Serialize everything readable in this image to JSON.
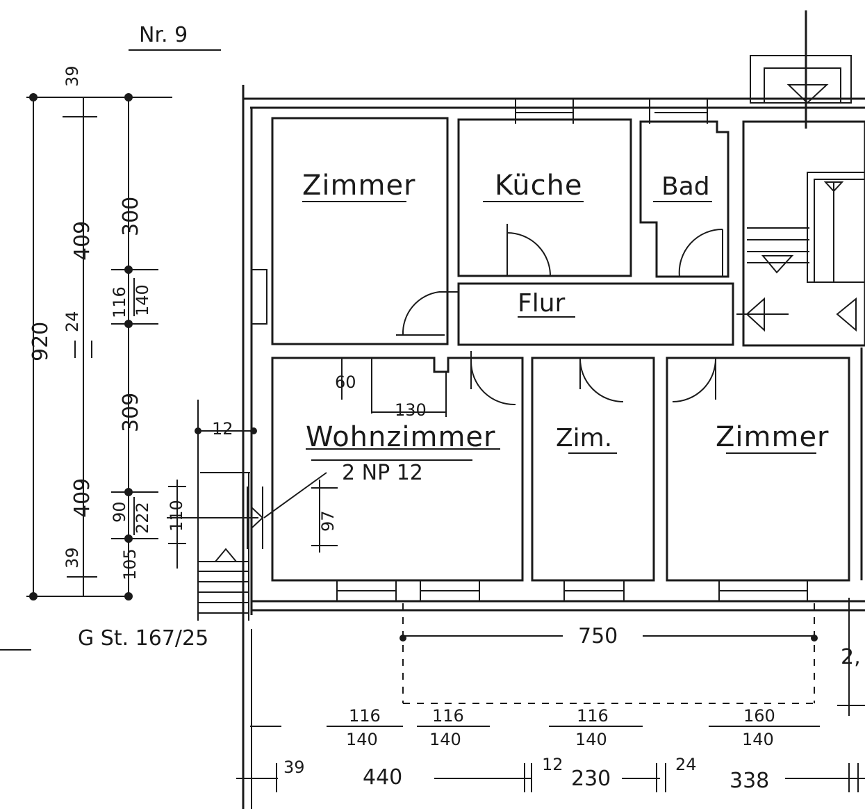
{
  "title": "Nr. 9",
  "rooms": {
    "zimmer_topleft": "Zimmer",
    "kueche": "Küche",
    "bad": "Bad",
    "flur": "Flur",
    "wohnzimmer": "Wohnzimmer",
    "zim": "Zim.",
    "zimmer_right": "Zimmer"
  },
  "notes": {
    "radiator": "2 NP 12",
    "parcel": "G St. 167/25"
  },
  "dimensions": {
    "left_outer": {
      "top": "39",
      "total": "920",
      "bottom": "39"
    },
    "left_middle": {
      "upper": "409",
      "joint": "24",
      "lower": "409"
    },
    "left_inner": {
      "top": "300",
      "win_upper_a": "116",
      "win_upper_b": "140",
      "mid": "309",
      "win_lower_a": "90",
      "win_lower_b": "222",
      "bottom": "105"
    },
    "wohnzimmer_marks": {
      "n60": "60",
      "n130": "130",
      "n97": "97",
      "n110": "110",
      "n12": "12"
    },
    "bottom_span": "750",
    "bottom_span_right": "2,",
    "windows_bottom": [
      {
        "top": "116",
        "bottom": "140"
      },
      {
        "top": "116",
        "bottom": "140"
      },
      {
        "top": "116",
        "bottom": "140"
      },
      {
        "top": "160",
        "bottom": "140"
      }
    ],
    "bottom_chain": {
      "a": "39",
      "b": "440",
      "c": "12",
      "d": "230",
      "e": "24",
      "f": "338"
    }
  }
}
